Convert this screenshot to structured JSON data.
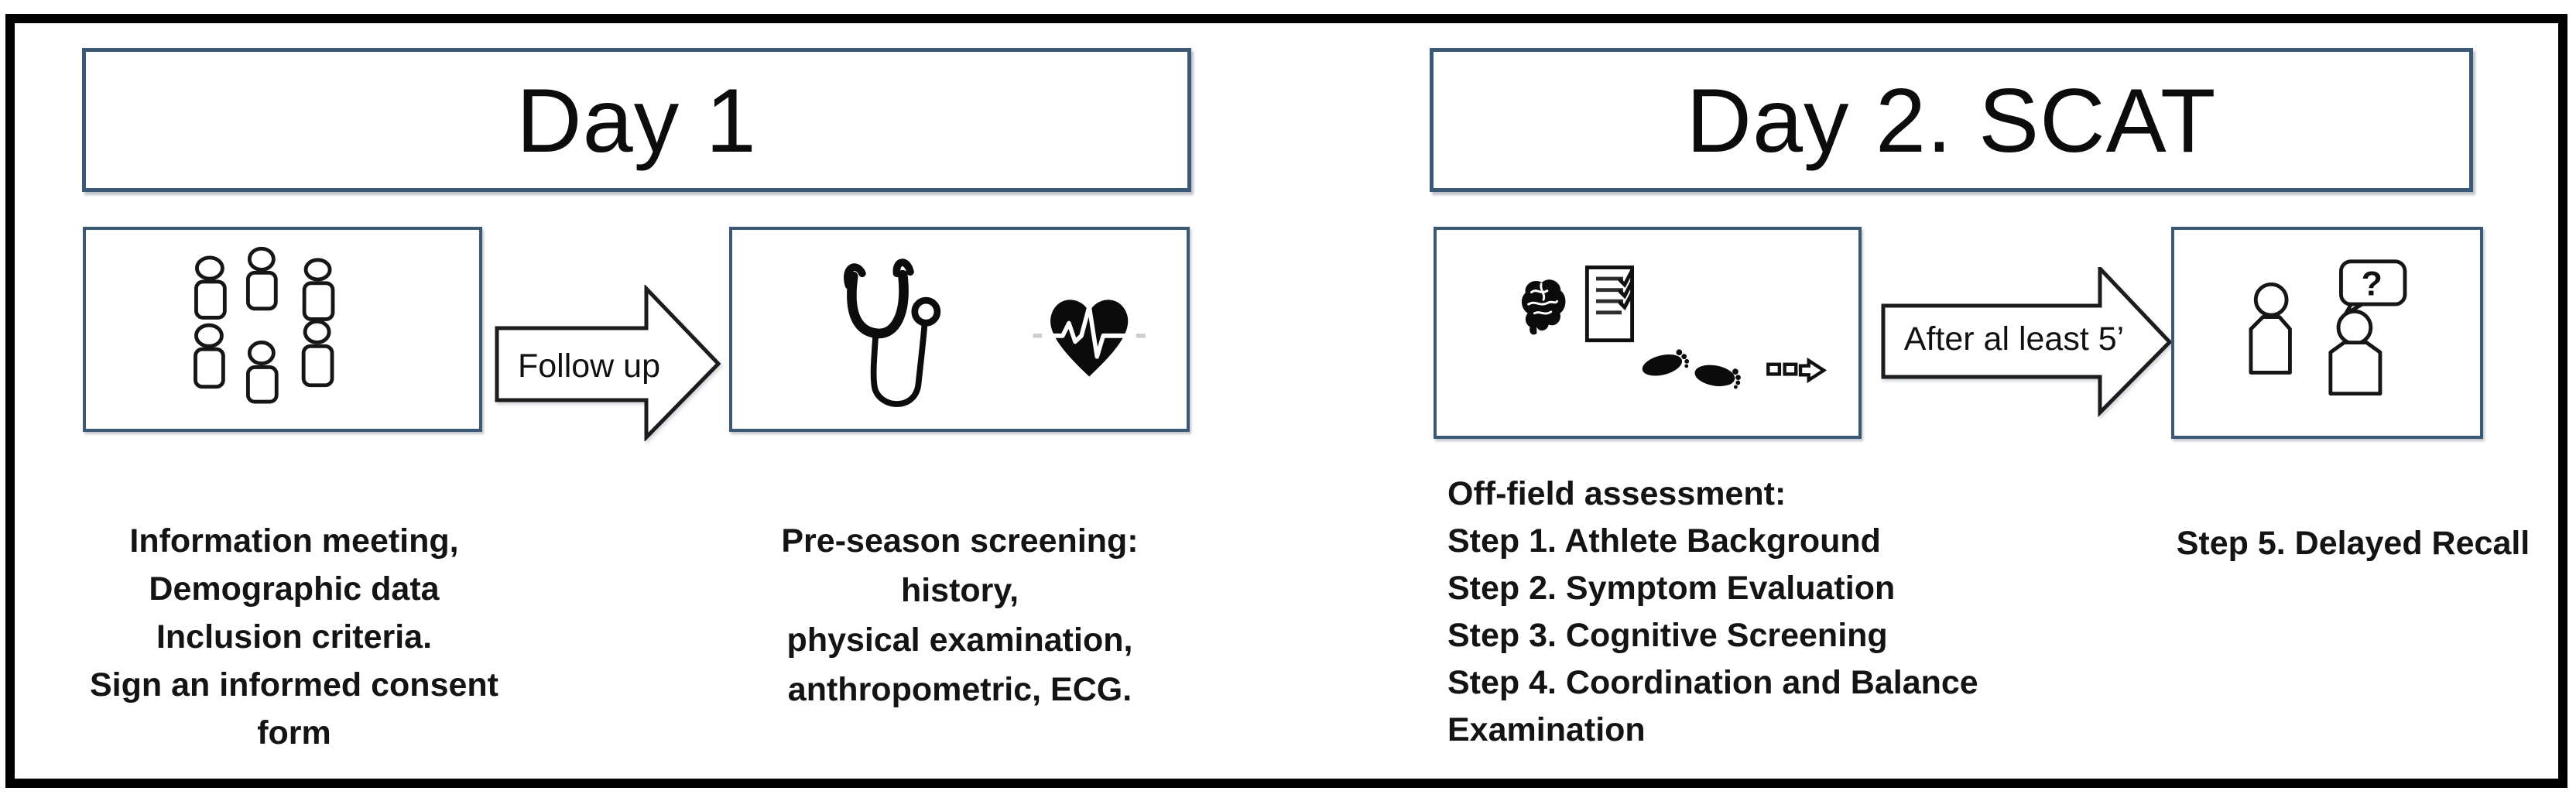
{
  "diagram": {
    "day1": {
      "title": "Day 1",
      "arrow_label": "Follow up",
      "box1_caption": [
        "Information meeting,",
        "Demographic data",
        "Inclusion criteria.",
        "Sign an informed consent form"
      ],
      "box2_caption": [
        "Pre-season screening: history,",
        "physical examination,",
        "anthropometric, ECG."
      ]
    },
    "day2": {
      "title": "Day 2. SCAT",
      "arrow_label": "After al least 5’",
      "box1_caption": [
        "Off-field assessment:",
        "Step 1. Athlete Background",
        "Step 2. Symptom Evaluation",
        "Step 3. Cognitive Screening",
        "Step 4. Coordination and Balance",
        "Examination"
      ],
      "box2_caption": "Step 5. Delayed Recall",
      "speech_bubble": "?"
    },
    "icons": {
      "day1_box1": "people-group-icon",
      "day1_box2": "stethoscope-icon, heart-ecg-icon",
      "day2_box1": "brain-icon, checklist-icon, footprints-icon, dashed-arrow-icon",
      "day2_box2": "person-icon, person-question-bubble-icon"
    },
    "colors": {
      "box_border": "#3c5877",
      "outer_frame": "#000000",
      "icon_fill": "#0b0b0b",
      "text": "#141414",
      "background": "#ffffff"
    }
  }
}
